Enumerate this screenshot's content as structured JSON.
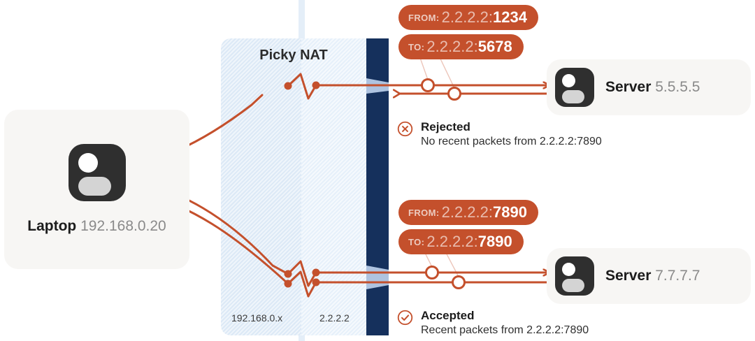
{
  "diagram": {
    "title": "Picky NAT",
    "accent_color": "#c4502c",
    "wall_color": "#15305c",
    "nat_zone_color": "#dce9f6"
  },
  "nat": {
    "title": "Picky NAT",
    "zone_private_label": "192.168.0.x",
    "zone_public_label": "2.2.2.2"
  },
  "nodes": {
    "laptop": {
      "name": "Laptop",
      "address": "192.168.0.20",
      "icon": "person-device-icon"
    },
    "server_top": {
      "name": "Server",
      "address": "5.5.5.5",
      "icon": "person-device-icon"
    },
    "server_bottom": {
      "name": "Server",
      "address": "7.7.7.7",
      "icon": "person-device-icon"
    }
  },
  "packets": {
    "top": {
      "from_key": "FROM:",
      "from_host": "2.2.2.2:",
      "from_port": "1234",
      "to_key": "TO:",
      "to_host": "2.2.2.2:",
      "to_port": "5678"
    },
    "bottom": {
      "from_key": "FROM:",
      "from_host": "2.2.2.2:",
      "from_port": "7890",
      "to_key": "TO:",
      "to_host": "2.2.2.2:",
      "to_port": "7890"
    }
  },
  "statuses": {
    "rejected": {
      "icon": "circle-x-icon",
      "title": "Rejected",
      "description": "No recent packets from 2.2.2.2:7890"
    },
    "accepted": {
      "icon": "circle-check-icon",
      "title": "Accepted",
      "description": "Recent packets from 2.2.2.2:7890"
    }
  }
}
